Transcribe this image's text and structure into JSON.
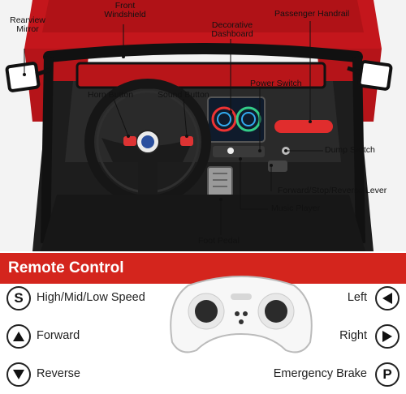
{
  "labels": {
    "rearview_mirror": "Rearview Mirror",
    "front_windshield": "Front Windshield",
    "decorative_dashboard": "Decorative Dashboard",
    "passenger_handrail": "Passenger Handrail",
    "power_switch": "Power Switch",
    "horn_button": "Horn Button",
    "sound_button": "Sound Button",
    "dump_switch": "Dump Switch",
    "forward_stop_reverse_lever": "Forward/Stop/Reverse Lever",
    "music_player": "Music Player",
    "foot_pedal": "Foot Pedal"
  },
  "remote": {
    "title": "Remote Control",
    "buttons": [
      {
        "symbol": "S",
        "label": "High/Mid/Low Speed",
        "icon": "s-letter-icon"
      },
      {
        "symbol": "",
        "label": "Forward",
        "icon": "triangle-up-icon"
      },
      {
        "symbol": "",
        "label": "Reverse",
        "icon": "triangle-down-icon"
      },
      {
        "symbol": "",
        "label": "Left",
        "icon": "triangle-left-icon"
      },
      {
        "symbol": "",
        "label": "Right",
        "icon": "triangle-right-icon"
      },
      {
        "symbol": "P",
        "label": "Emergency Brake",
        "icon": "p-letter-icon"
      }
    ]
  },
  "colors": {
    "accent_red": "#d4251d",
    "car_red": "#c4161c",
    "dark": "#1a1a1a"
  }
}
